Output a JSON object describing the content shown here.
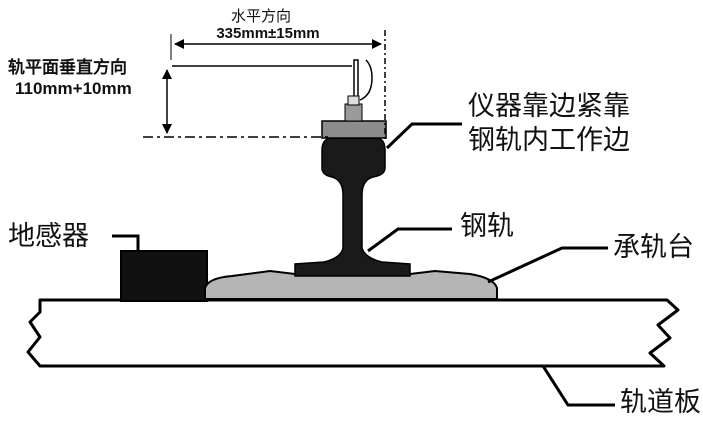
{
  "dimensions": {
    "horizontal": {
      "name": "水平方向",
      "value": "335mm±15mm"
    },
    "vertical": {
      "name": "轨平面垂直方向",
      "value": "110mm+10mm"
    }
  },
  "labels": {
    "instrument": [
      "仪器靠边紧靠",
      "钢轨内工作边"
    ],
    "ground_sensor": "地感器",
    "rail": "钢轨",
    "rail_seat": "承轨台",
    "track_slab": "轨道板"
  },
  "colors": {
    "outline": "#000000",
    "rail": "#1a1a1a",
    "rail_seat": "#b5b5b5",
    "sensor": "#111111",
    "instrument": "#8c8c8c"
  }
}
